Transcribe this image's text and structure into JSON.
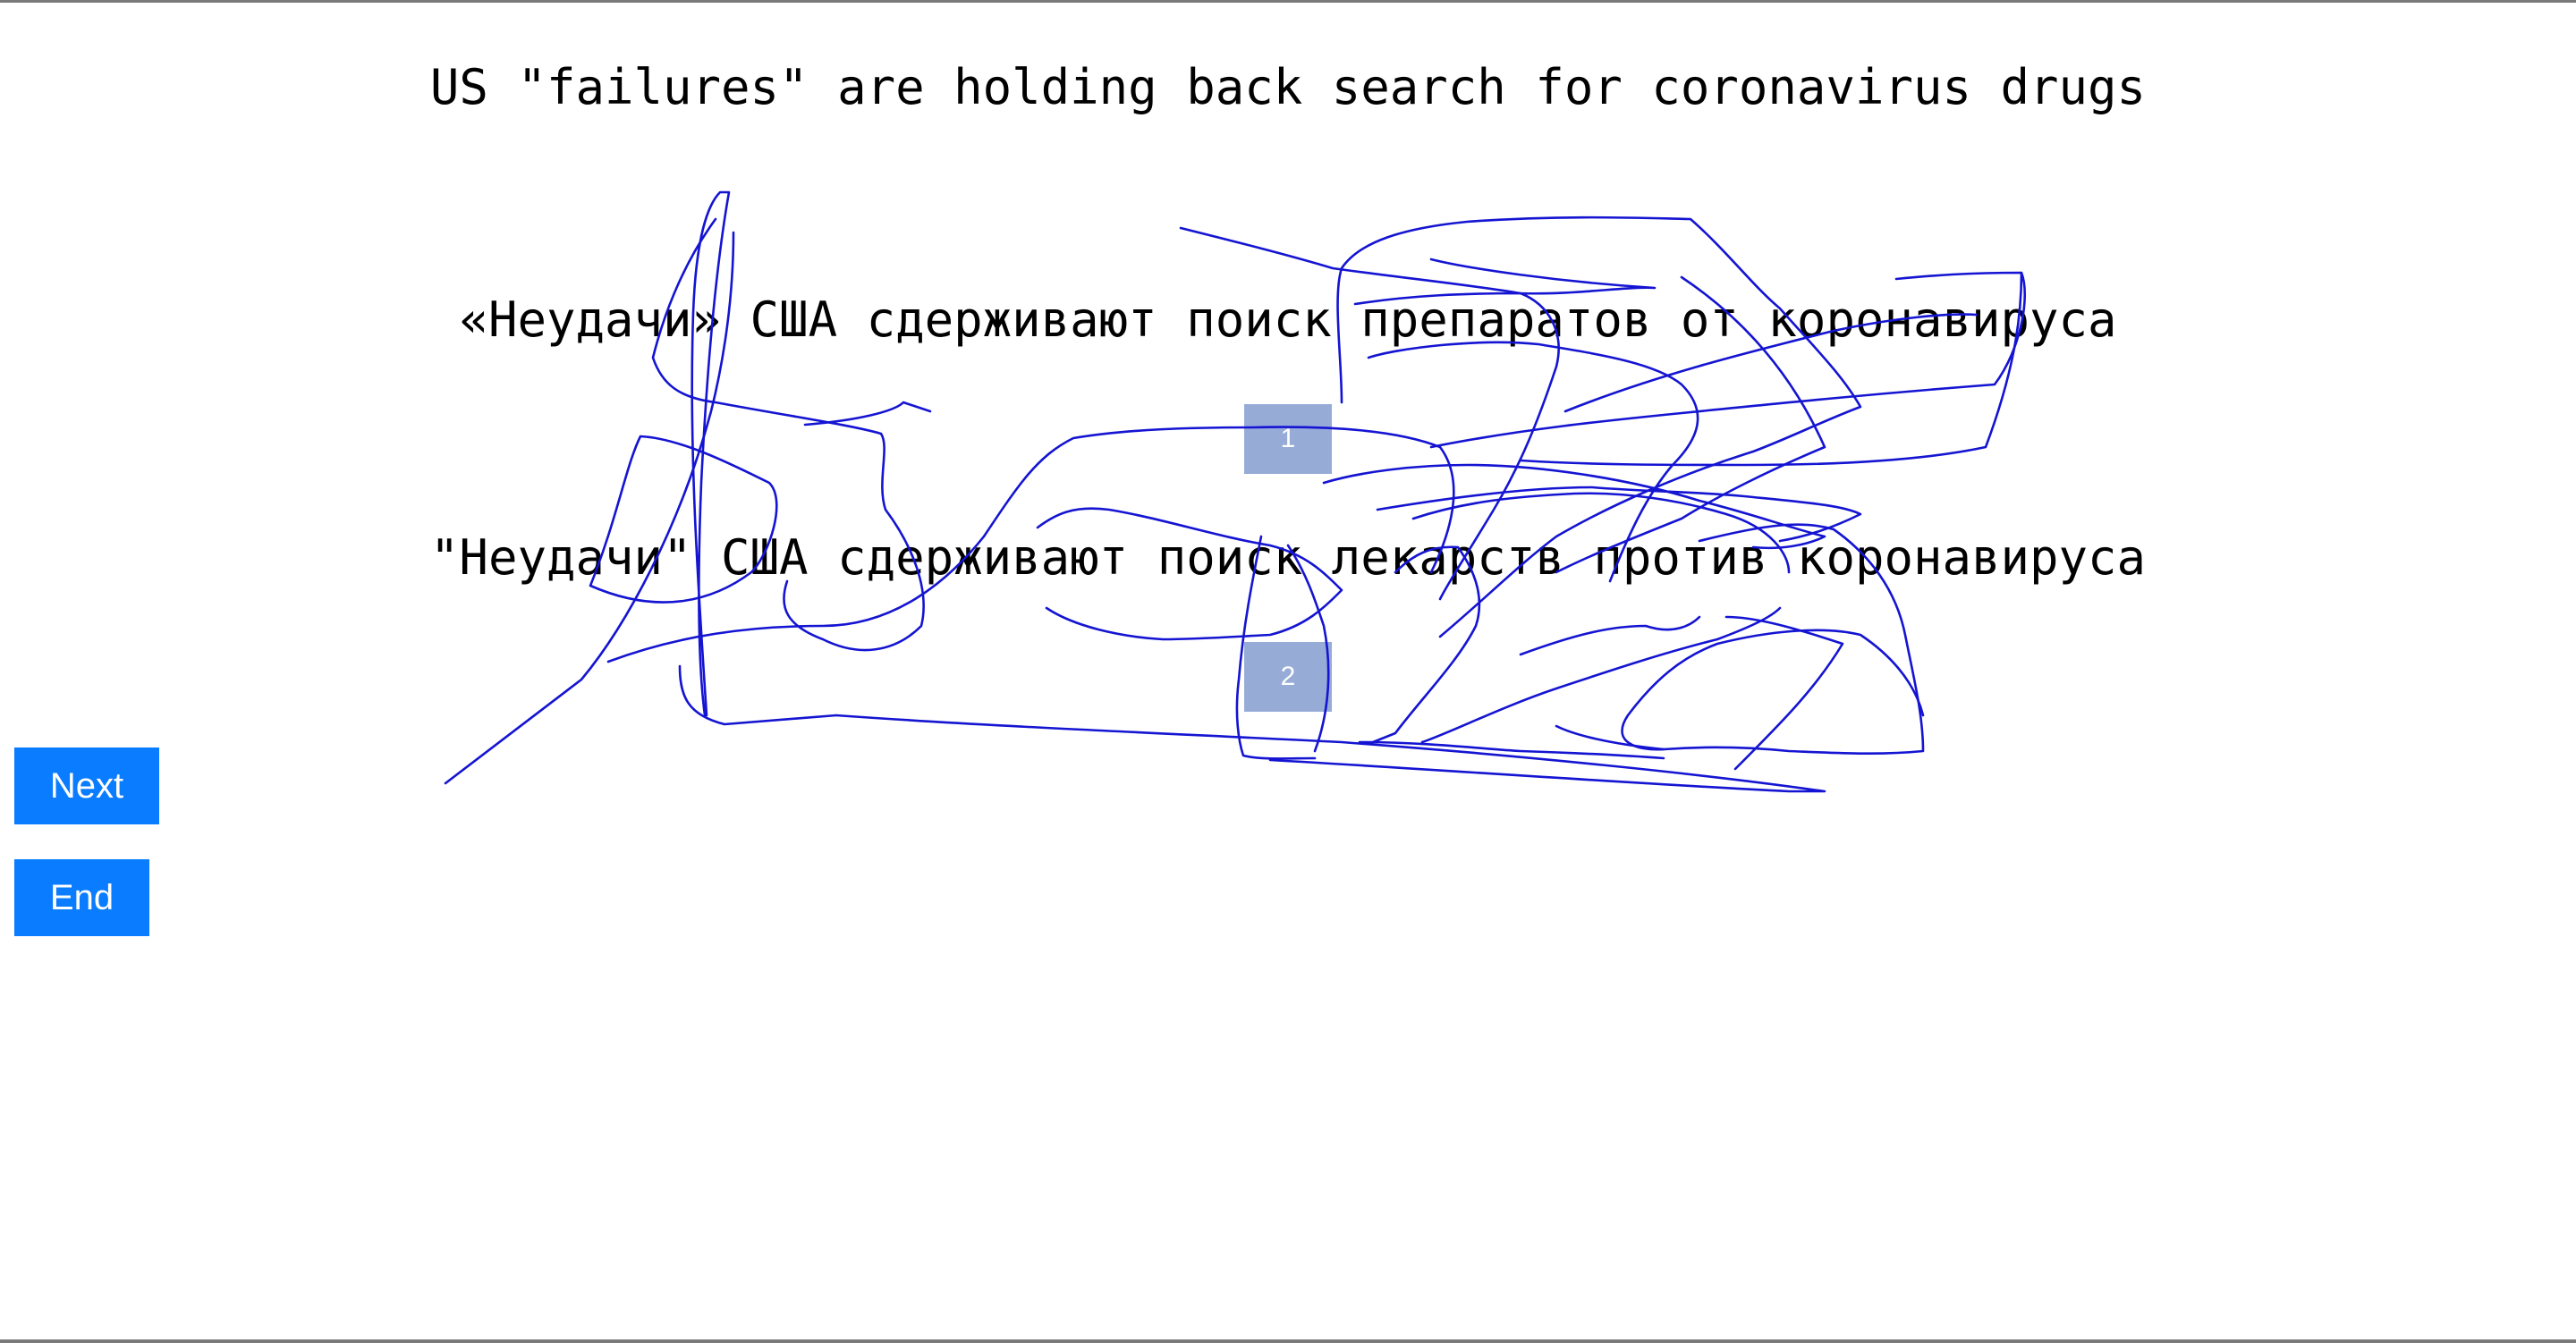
{
  "source_sentence": "US \"failures\" are holding back search for coronavirus drugs",
  "translations": [
    {
      "index_label": "1",
      "text": "«Неудачи» США сдерживают поиск препаратов от коронавируса"
    },
    {
      "index_label": "2",
      "text": "\"Неудачи\" США сдерживают поиск лекарств против коронавируса"
    }
  ],
  "buttons": {
    "next_label": "Next",
    "end_label": "End"
  },
  "colors": {
    "button_bg": "#0a7cff",
    "scribble": "#1414d2",
    "marker_bg": "#6e8cc8"
  }
}
